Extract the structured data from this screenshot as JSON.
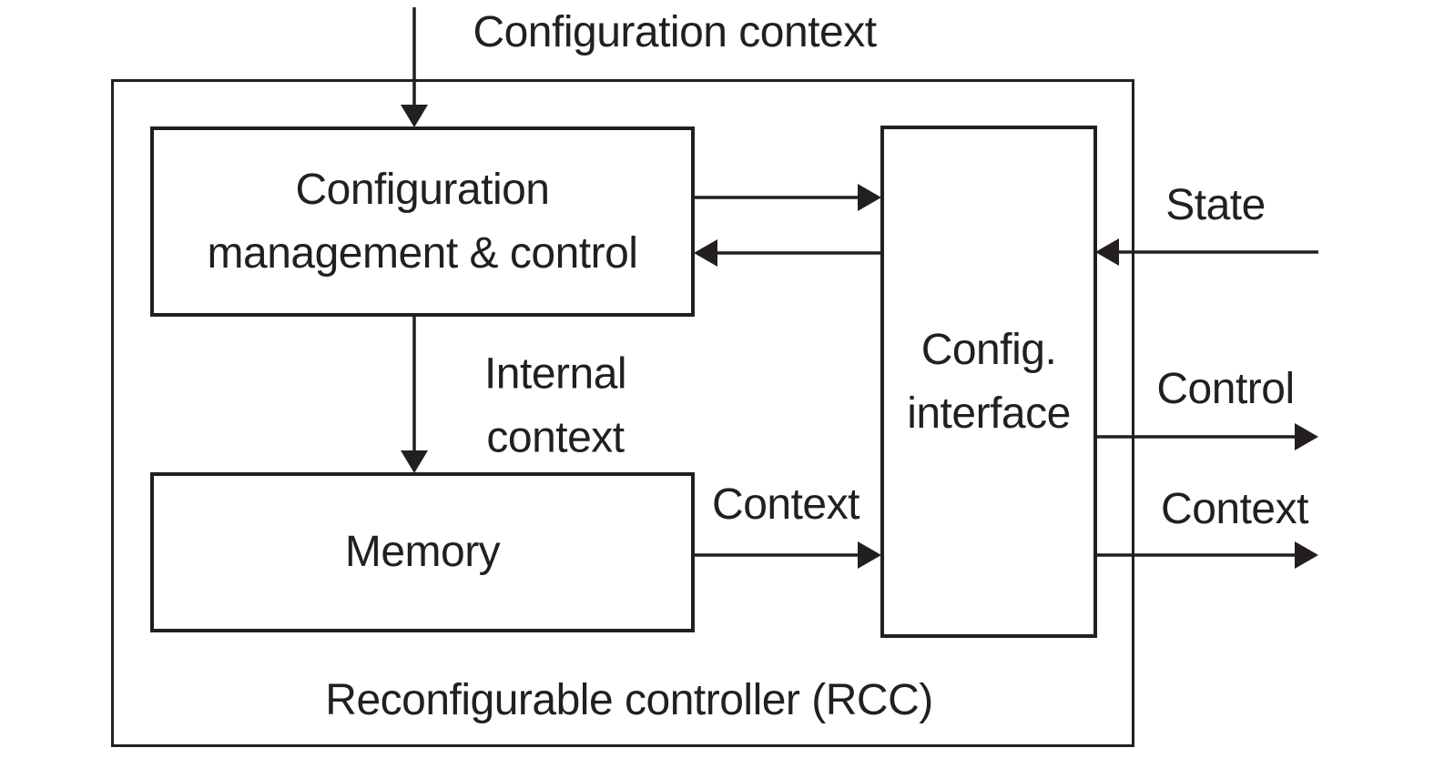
{
  "diagram": {
    "title": "Reconfigurable controller (RCC)",
    "colors": {
      "ink": "#231f20",
      "background": "#ffffff"
    },
    "blocks": {
      "configuration_management": {
        "line1": "Configuration",
        "line2": "management & control"
      },
      "memory": {
        "label": "Memory"
      },
      "config_interface": {
        "line1": "Config.",
        "line2": "interface"
      }
    },
    "signals": {
      "configuration_context": "Configuration context",
      "internal_context_line1": "Internal",
      "internal_context_line2": "context",
      "memory_context": "Context",
      "state": "State",
      "control": "Control",
      "context_out": "Context"
    }
  }
}
